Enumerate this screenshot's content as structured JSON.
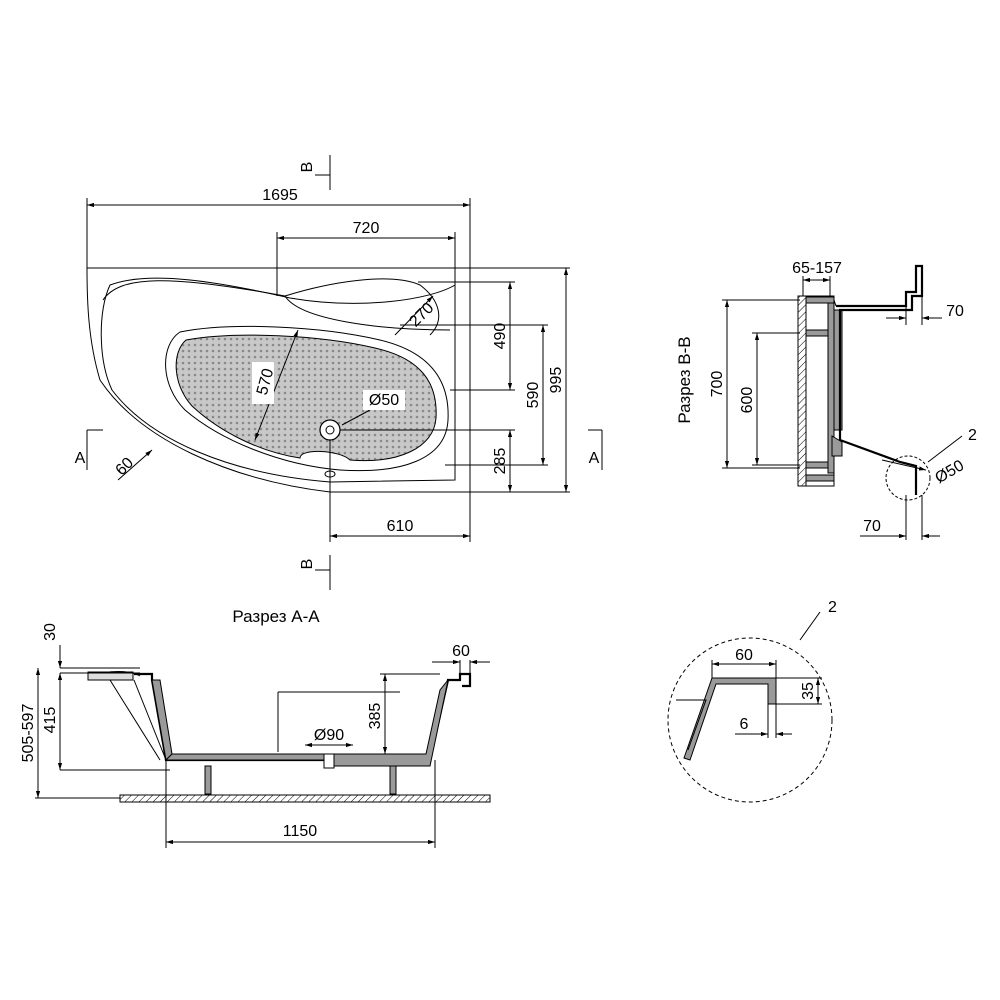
{
  "plan": {
    "dims": {
      "total_length": "1695",
      "inner_length": "720",
      "radius": "270",
      "depth_490": "490",
      "depth_590": "590",
      "total_width": "995",
      "drain_offset": "285",
      "drain_x": "610",
      "diameter_drain": "Ø50",
      "length_570": "570",
      "corner_60": "60"
    },
    "section_marks": {
      "a_left": "A",
      "a_right": "A",
      "b_top": "B",
      "b_bottom": "B"
    }
  },
  "section_bb": {
    "title": "Разрез В-В",
    "dims": {
      "adjust": "65-157",
      "rim_70": "70",
      "height_700": "700",
      "height_600": "600",
      "bottom_70": "70",
      "diameter": "Ø50",
      "callout": "2"
    }
  },
  "section_aa": {
    "title": "Разрез А-А",
    "dims": {
      "rim_30": "30",
      "rim_60": "60",
      "height_range": "505-597",
      "height_415": "415",
      "depth_385": "385",
      "diameter_90": "Ø90",
      "bottom_1150": "1150"
    }
  },
  "detail": {
    "callout": "2",
    "dims": {
      "width_60": "60",
      "height_35": "35",
      "thick_6": "6"
    }
  },
  "colors": {
    "line": "#000000",
    "fill_grey": "#9a9a9a",
    "background": "#ffffff"
  }
}
